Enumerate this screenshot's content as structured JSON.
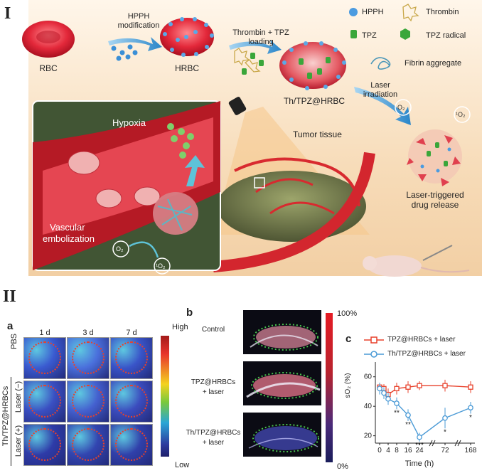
{
  "section_labels": {
    "top": "I",
    "bottom": "II"
  },
  "schematic": {
    "rbc": "RBC",
    "hrbc": "HRBC",
    "step1": [
      "HPPH",
      "modification"
    ],
    "step2": [
      "Thrombin + TPZ",
      "loading"
    ],
    "product": "Th/TPZ@HRBC",
    "step3": [
      "Laser",
      "irradiation"
    ],
    "legend": {
      "hpph": "HPPH",
      "thrombin": "Thrombin",
      "tpz": "TPZ",
      "tpz_radical": "TPZ radical",
      "fibrin": "Fibrin aggregate"
    },
    "hypoxia": "Hypoxia",
    "vascular": [
      "Vascular",
      "embolization"
    ],
    "tumor": "Tumor tissue",
    "release": [
      "Laser-triggered",
      "drug release"
    ],
    "o2": "O₂",
    "singlet_o2": "¹O₂"
  },
  "panel_a": {
    "letter": "a",
    "days": [
      "1 d",
      "3 d",
      "7 d"
    ],
    "rows": [
      "PBS",
      "Laser (−)",
      "Laser (+)"
    ],
    "group": "Th/TPZ@HRBCs",
    "scale_high": "High",
    "scale_low": "Low"
  },
  "panel_b": {
    "letter": "b",
    "rows": [
      [
        "Control"
      ],
      [
        "TPZ@HRBCs",
        "+ laser"
      ],
      [
        "Th/TPZ@HRBCs",
        "+ laser"
      ]
    ],
    "scale_top": "100%",
    "scale_bottom": "0%"
  },
  "chart_data": {
    "type": "line",
    "letter": "c",
    "xlabel": "Time (h)",
    "ylabel": "sO₂ (%)",
    "x_ticks": [
      "0",
      "4",
      "8",
      "16",
      "24",
      "72",
      "168"
    ],
    "ylim": [
      15,
      70
    ],
    "y_ticks": [
      20,
      40,
      60
    ],
    "axis_break": true,
    "series": [
      {
        "name": "TPZ@HRBCs + laser",
        "color": "#e8412b",
        "marker": "square",
        "x": [
          0,
          2,
          4,
          8,
          16,
          24,
          72,
          168
        ],
        "y": [
          53,
          52,
          48,
          52,
          53,
          54,
          54,
          53
        ],
        "err": [
          3,
          3,
          4,
          4,
          4,
          3,
          4,
          4
        ]
      },
      {
        "name": "Th/TPZ@HRBCs + laser",
        "color": "#4a9ad6",
        "marker": "circle",
        "x": [
          0,
          2,
          4,
          8,
          16,
          24,
          72,
          168
        ],
        "y": [
          52,
          49,
          45,
          42,
          34,
          19,
          32,
          39
        ],
        "err": [
          4,
          4,
          4,
          4,
          4,
          3,
          7,
          4
        ]
      }
    ],
    "annotations": [
      {
        "x": 8,
        "text": "**"
      },
      {
        "x": 16,
        "text": "**"
      },
      {
        "x": 24,
        "text": "***"
      },
      {
        "x": 72,
        "text": "*"
      },
      {
        "x": 168,
        "text": "*"
      }
    ]
  }
}
